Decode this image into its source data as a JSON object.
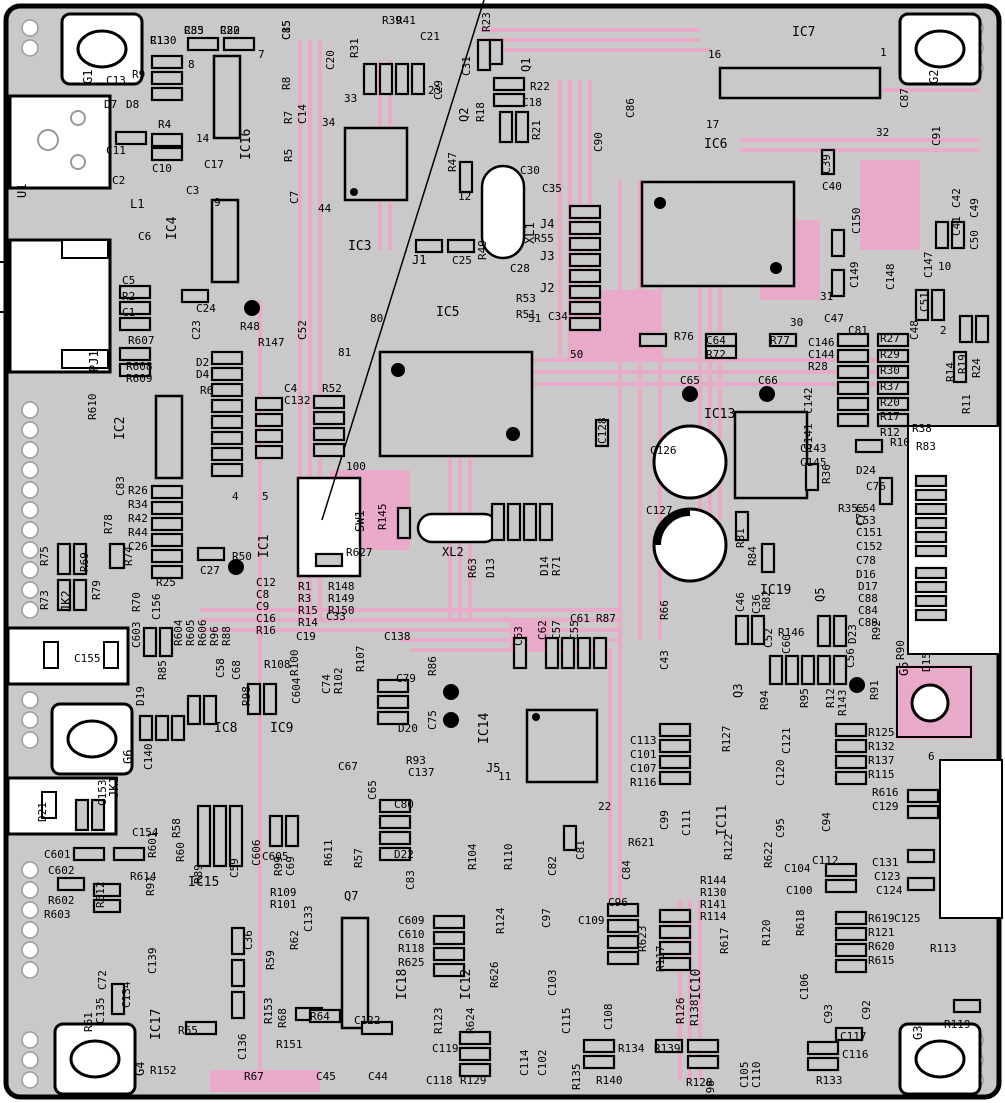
{
  "board": {
    "colors": {
      "board": "#c9c9c9",
      "trace": "#e9a9c9",
      "outline": "#000000",
      "copper": "#ffffff"
    },
    "ics": [
      {
        "label": "IC7"
      },
      {
        "label": "IC6"
      },
      {
        "label": "IC5"
      },
      {
        "label": "IC13"
      },
      {
        "label": "IC3"
      },
      {
        "label": "IC4"
      },
      {
        "label": "IC16"
      },
      {
        "label": "IC2"
      },
      {
        "label": "IC1"
      },
      {
        "label": "IC8"
      },
      {
        "label": "IC9"
      },
      {
        "label": "IC14"
      },
      {
        "label": "IC19"
      },
      {
        "label": "IC11"
      },
      {
        "label": "IC18"
      },
      {
        "label": "IC12"
      },
      {
        "label": "IC10"
      },
      {
        "label": "IC17"
      },
      {
        "label": "IC15"
      }
    ],
    "connectors": [
      {
        "label": "U1"
      },
      {
        "label": "PJ1"
      },
      {
        "label": "JK2"
      },
      {
        "label": "JK1"
      },
      {
        "label": "J1"
      },
      {
        "label": "J2"
      },
      {
        "label": "J3"
      },
      {
        "label": "J4"
      },
      {
        "label": "J5"
      },
      {
        "label": "SW1"
      },
      {
        "label": "XL1"
      },
      {
        "label": "XL2"
      },
      {
        "label": "L1"
      },
      {
        "label": "Q1"
      },
      {
        "label": "Q2"
      },
      {
        "label": "Q3"
      },
      {
        "label": "Q5"
      },
      {
        "label": "Q7"
      }
    ],
    "mount_labels": [
      {
        "label": "G1"
      },
      {
        "label": "G2"
      },
      {
        "label": "G4"
      },
      {
        "label": "G5"
      },
      {
        "label": "G6"
      },
      {
        "label": "G3"
      }
    ],
    "components": [
      {
        "label": "R13"
      },
      {
        "label": "R33"
      },
      {
        "label": "C22"
      },
      {
        "label": "C15"
      },
      {
        "label": "R39"
      },
      {
        "label": "R41"
      },
      {
        "label": "R31"
      },
      {
        "label": "C21"
      },
      {
        "label": "C20"
      },
      {
        "label": "R23"
      },
      {
        "label": "C13"
      },
      {
        "label": "R9"
      },
      {
        "label": "D7"
      },
      {
        "label": "D8"
      },
      {
        "label": "R8"
      },
      {
        "label": "C29"
      },
      {
        "label": "C31"
      },
      {
        "label": "R22"
      },
      {
        "label": "R18"
      },
      {
        "label": "C18"
      },
      {
        "label": "R4"
      },
      {
        "label": "R7"
      },
      {
        "label": "C14"
      },
      {
        "label": "R21"
      },
      {
        "label": "C11"
      },
      {
        "label": "C10"
      },
      {
        "label": "C17"
      },
      {
        "label": "R5"
      },
      {
        "label": "R47"
      },
      {
        "label": "C30"
      },
      {
        "label": "C2"
      },
      {
        "label": "C3"
      },
      {
        "label": "C7"
      },
      {
        "label": "C35"
      },
      {
        "label": "C6"
      },
      {
        "label": "C25"
      },
      {
        "label": "R49"
      },
      {
        "label": "R55"
      },
      {
        "label": "C28"
      },
      {
        "label": "R53"
      },
      {
        "label": "R51"
      },
      {
        "label": "C34"
      },
      {
        "label": "C5"
      },
      {
        "label": "R2"
      },
      {
        "label": "C1"
      },
      {
        "label": "C24"
      },
      {
        "label": "C23"
      },
      {
        "label": "R607"
      },
      {
        "label": "R48"
      },
      {
        "label": "C52"
      },
      {
        "label": "R608"
      },
      {
        "label": "R609"
      },
      {
        "label": "D2"
      },
      {
        "label": "D4"
      },
      {
        "label": "R147"
      },
      {
        "label": "R6"
      },
      {
        "label": "C4"
      },
      {
        "label": "C132"
      },
      {
        "label": "R52"
      },
      {
        "label": "R610"
      },
      {
        "label": "C83"
      },
      {
        "label": "R26"
      },
      {
        "label": "R34"
      },
      {
        "label": "R42"
      },
      {
        "label": "R44"
      },
      {
        "label": "C26"
      },
      {
        "label": "R78"
      },
      {
        "label": "R75"
      },
      {
        "label": "R69"
      },
      {
        "label": "R79"
      },
      {
        "label": "R74"
      },
      {
        "label": "R25"
      },
      {
        "label": "C27"
      },
      {
        "label": "R50"
      },
      {
        "label": "R145"
      },
      {
        "label": "R627"
      },
      {
        "label": "R63"
      },
      {
        "label": "D13"
      },
      {
        "label": "D14"
      },
      {
        "label": "R71"
      },
      {
        "label": "R73"
      },
      {
        "label": "R70"
      },
      {
        "label": "C156"
      },
      {
        "label": "C155"
      },
      {
        "label": "C603"
      },
      {
        "label": "R604"
      },
      {
        "label": "R605"
      },
      {
        "label": "R606"
      },
      {
        "label": "R96"
      },
      {
        "label": "R88"
      },
      {
        "label": "C12"
      },
      {
        "label": "C8"
      },
      {
        "label": "C9"
      },
      {
        "label": "C16"
      },
      {
        "label": "R16"
      },
      {
        "label": "R1"
      },
      {
        "label": "R3"
      },
      {
        "label": "R15"
      },
      {
        "label": "R14"
      },
      {
        "label": "R148"
      },
      {
        "label": "R149"
      },
      {
        "label": "R150"
      },
      {
        "label": "C33"
      },
      {
        "label": "C19"
      },
      {
        "label": "C138"
      },
      {
        "label": "R86"
      },
      {
        "label": "C63"
      },
      {
        "label": "C62"
      },
      {
        "label": "C57"
      },
      {
        "label": "C55"
      },
      {
        "label": "C61"
      },
      {
        "label": "R87"
      },
      {
        "label": "R85"
      },
      {
        "label": "C58"
      },
      {
        "label": "C68"
      },
      {
        "label": "R98"
      },
      {
        "label": "R108"
      },
      {
        "label": "R100"
      },
      {
        "label": "C74"
      },
      {
        "label": "R102"
      },
      {
        "label": "R107"
      },
      {
        "label": "C79"
      },
      {
        "label": "D20"
      },
      {
        "label": "D19"
      },
      {
        "label": "C604"
      },
      {
        "label": "C75"
      },
      {
        "label": "R93"
      },
      {
        "label": "C137"
      },
      {
        "label": "C140"
      },
      {
        "label": "C67"
      },
      {
        "label": "C65"
      },
      {
        "label": "C80"
      },
      {
        "label": "D22"
      },
      {
        "label": "D21"
      },
      {
        "label": "C153"
      },
      {
        "label": "C154"
      },
      {
        "label": "C601"
      },
      {
        "label": "C602"
      },
      {
        "label": "R602"
      },
      {
        "label": "R603"
      },
      {
        "label": "R612"
      },
      {
        "label": "R58"
      },
      {
        "label": "R60"
      },
      {
        "label": "R614"
      },
      {
        "label": "R89"
      },
      {
        "label": "R601"
      },
      {
        "label": "R97"
      },
      {
        "label": "C59"
      },
      {
        "label": "C606"
      },
      {
        "label": "C605"
      },
      {
        "label": "R99"
      },
      {
        "label": "C69"
      },
      {
        "label": "R109"
      },
      {
        "label": "R101"
      },
      {
        "label": "R611"
      },
      {
        "label": "R57"
      },
      {
        "label": "R104"
      },
      {
        "label": "R110"
      },
      {
        "label": "C82"
      },
      {
        "label": "C81"
      },
      {
        "label": "C84"
      },
      {
        "label": "C83"
      },
      {
        "label": "C72"
      },
      {
        "label": "C139"
      },
      {
        "label": "C134"
      },
      {
        "label": "C36"
      },
      {
        "label": "R62"
      },
      {
        "label": "C133"
      },
      {
        "label": "R59"
      },
      {
        "label": "R153"
      },
      {
        "label": "R61"
      },
      {
        "label": "C135"
      },
      {
        "label": "R65"
      },
      {
        "label": "C136"
      },
      {
        "label": "R68"
      },
      {
        "label": "R64"
      },
      {
        "label": "C122"
      },
      {
        "label": "R151"
      },
      {
        "label": "R152"
      },
      {
        "label": "R67"
      },
      {
        "label": "C45"
      },
      {
        "label": "C44"
      },
      {
        "label": "C609"
      },
      {
        "label": "C610"
      },
      {
        "label": "R118"
      },
      {
        "label": "R625"
      },
      {
        "label": "R124"
      },
      {
        "label": "R626"
      },
      {
        "label": "C97"
      },
      {
        "label": "C109"
      },
      {
        "label": "C96"
      },
      {
        "label": "R623"
      },
      {
        "label": "R117"
      },
      {
        "label": "R123"
      },
      {
        "label": "R624"
      },
      {
        "label": "C103"
      },
      {
        "label": "C115"
      },
      {
        "label": "C108"
      },
      {
        "label": "C114"
      },
      {
        "label": "C102"
      },
      {
        "label": "C119"
      },
      {
        "label": "C118"
      },
      {
        "label": "R129"
      },
      {
        "label": "R135"
      },
      {
        "label": "R140"
      },
      {
        "label": "R134"
      },
      {
        "label": "R139"
      },
      {
        "label": "R128"
      },
      {
        "label": "R126"
      },
      {
        "label": "R138"
      },
      {
        "label": "C99"
      },
      {
        "label": "C111"
      },
      {
        "label": "C113"
      },
      {
        "label": "C101"
      },
      {
        "label": "C107"
      },
      {
        "label": "R116"
      },
      {
        "label": "R621"
      },
      {
        "label": "R122"
      },
      {
        "label": "R622"
      },
      {
        "label": "R127"
      },
      {
        "label": "C121"
      },
      {
        "label": "C120"
      },
      {
        "label": "C95"
      },
      {
        "label": "C94"
      },
      {
        "label": "C104"
      },
      {
        "label": "C112"
      },
      {
        "label": "C100"
      },
      {
        "label": "R144"
      },
      {
        "label": "R130"
      },
      {
        "label": "R141"
      },
      {
        "label": "R114"
      },
      {
        "label": "R617"
      },
      {
        "label": "R120"
      },
      {
        "label": "R618"
      },
      {
        "label": "C106"
      },
      {
        "label": "C93"
      },
      {
        "label": "C92"
      },
      {
        "label": "C105"
      },
      {
        "label": "C110"
      },
      {
        "label": "C98"
      },
      {
        "label": "C117"
      },
      {
        "label": "C116"
      },
      {
        "label": "R133"
      },
      {
        "label": "R125"
      },
      {
        "label": "R132"
      },
      {
        "label": "R137"
      },
      {
        "label": "R115"
      },
      {
        "label": "R619"
      },
      {
        "label": "R121"
      },
      {
        "label": "R620"
      },
      {
        "label": "R615"
      },
      {
        "label": "R113"
      },
      {
        "label": "R119"
      },
      {
        "label": "R616"
      },
      {
        "label": "C129"
      },
      {
        "label": "C131"
      },
      {
        "label": "C123"
      },
      {
        "label": "C124"
      },
      {
        "label": "C125"
      },
      {
        "label": "C126"
      },
      {
        "label": "C127"
      },
      {
        "label": "C128"
      },
      {
        "label": "C65"
      },
      {
        "label": "C66"
      },
      {
        "label": "C64"
      },
      {
        "label": "R72"
      },
      {
        "label": "R77"
      },
      {
        "label": "R76"
      },
      {
        "label": "R66"
      },
      {
        "label": "C43"
      },
      {
        "label": "C46"
      },
      {
        "label": "C36"
      },
      {
        "label": "R82"
      },
      {
        "label": "R84"
      },
      {
        "label": "R81"
      },
      {
        "label": "C52"
      },
      {
        "label": "R146"
      },
      {
        "label": "C60"
      },
      {
        "label": "D23"
      },
      {
        "label": "C56"
      },
      {
        "label": "R92"
      },
      {
        "label": "R91"
      },
      {
        "label": "R95"
      },
      {
        "label": "R94"
      },
      {
        "label": "R12"
      },
      {
        "label": "R143"
      },
      {
        "label": "R90"
      },
      {
        "label": "D15"
      },
      {
        "label": "D16"
      },
      {
        "label": "D17"
      },
      {
        "label": "C88"
      },
      {
        "label": "C84"
      },
      {
        "label": "C89"
      },
      {
        "label": "C86"
      },
      {
        "label": "C90"
      },
      {
        "label": "C87"
      },
      {
        "label": "C91"
      },
      {
        "label": "C39"
      },
      {
        "label": "C40"
      },
      {
        "label": "C42"
      },
      {
        "label": "C41"
      },
      {
        "label": "C49"
      },
      {
        "label": "C50"
      },
      {
        "label": "C150"
      },
      {
        "label": "C148"
      },
      {
        "label": "C149"
      },
      {
        "label": "C147"
      },
      {
        "label": "C51"
      },
      {
        "label": "C48"
      },
      {
        "label": "C47"
      },
      {
        "label": "C81"
      },
      {
        "label": "C146"
      },
      {
        "label": "C144"
      },
      {
        "label": "R28"
      },
      {
        "label": "R27"
      },
      {
        "label": "R29"
      },
      {
        "label": "R30"
      },
      {
        "label": "R37"
      },
      {
        "label": "R20"
      },
      {
        "label": "R17"
      },
      {
        "label": "R12"
      },
      {
        "label": "R10"
      },
      {
        "label": "R14"
      },
      {
        "label": "R19"
      },
      {
        "label": "R24"
      },
      {
        "label": "R11"
      },
      {
        "label": "C142"
      },
      {
        "label": "C143"
      },
      {
        "label": "C145"
      },
      {
        "label": "C141"
      },
      {
        "label": "D24"
      },
      {
        "label": "R36"
      },
      {
        "label": "R35"
      },
      {
        "label": "R38"
      },
      {
        "label": "R83"
      },
      {
        "label": "C54"
      },
      {
        "label": "C53"
      },
      {
        "label": "C151"
      },
      {
        "label": "C152"
      },
      {
        "label": "C78"
      },
      {
        "label": "C70"
      },
      {
        "label": "C76"
      },
      {
        "label": "C130"
      },
      {
        "label": "C85"
      },
      {
        "label": "R80"
      },
      {
        "label": "C85"
      }
    ],
    "pin_numbers": [
      {
        "label": "8"
      },
      {
        "label": "7"
      },
      {
        "label": "33"
      },
      {
        "label": "23"
      },
      {
        "label": "1"
      },
      {
        "label": "14"
      },
      {
        "label": "34"
      },
      {
        "label": "44"
      },
      {
        "label": "12"
      },
      {
        "label": "80"
      },
      {
        "label": "81"
      },
      {
        "label": "100"
      },
      {
        "label": "51"
      },
      {
        "label": "50"
      },
      {
        "label": "16"
      },
      {
        "label": "17"
      },
      {
        "label": "32"
      },
      {
        "label": "30"
      },
      {
        "label": "31"
      },
      {
        "label": "5"
      },
      {
        "label": "4"
      },
      {
        "label": "9"
      },
      {
        "label": "10"
      },
      {
        "label": "2"
      },
      {
        "label": "11"
      },
      {
        "label": "22"
      },
      {
        "label": "6"
      }
    ]
  }
}
